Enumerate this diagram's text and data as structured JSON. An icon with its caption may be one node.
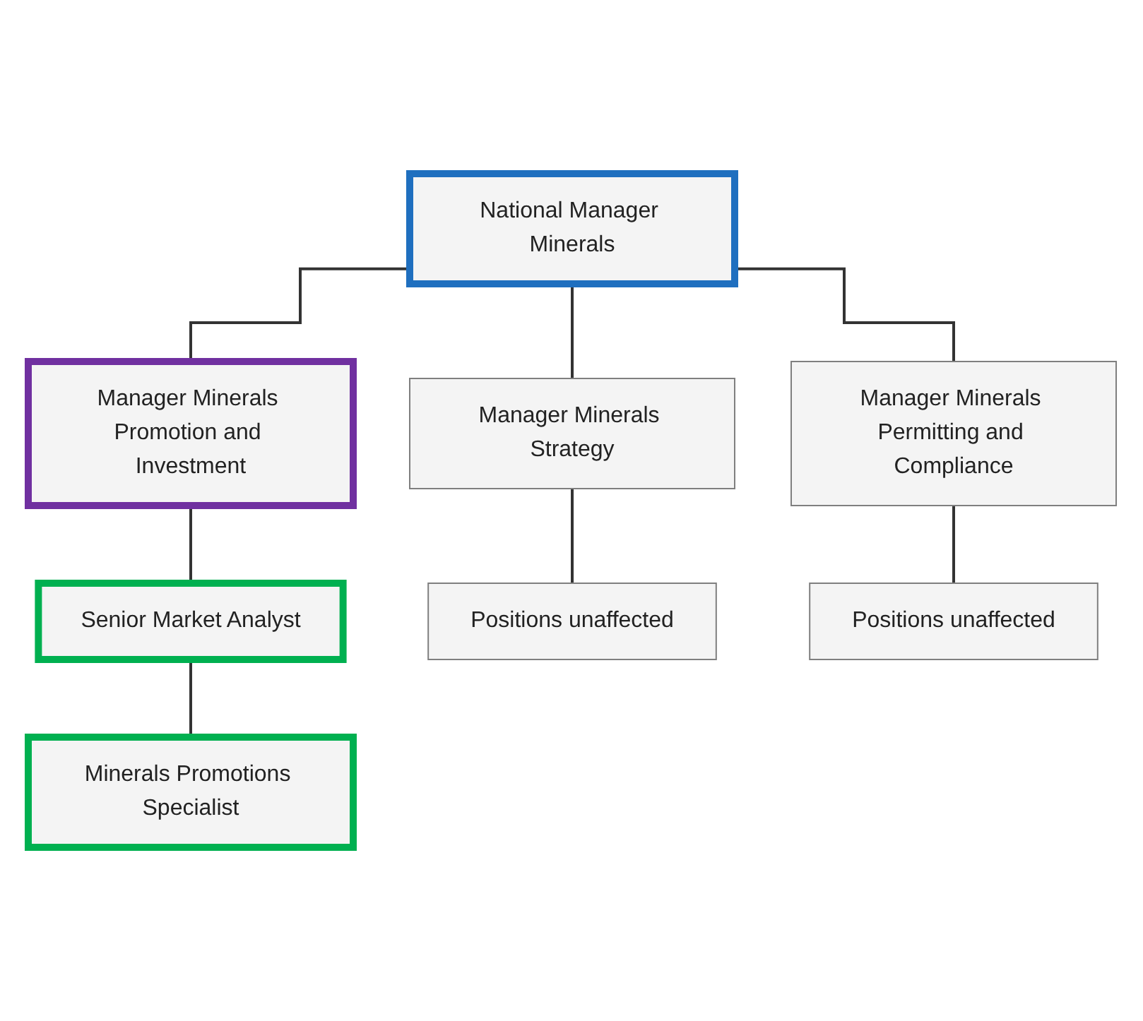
{
  "diagram": {
    "nodes": [
      {
        "text": [
          "National Manager Minerals"
        ]
      },
      {
        "text": [
          "Manager Minerals Promotion and Investment"
        ]
      },
      {
        "text": [
          "Manager Minerals Strategy"
        ]
      },
      {
        "text": [
          "Manager Minerals Permitting and Compliance"
        ]
      },
      {
        "text": [
          "Senior Market Analyst"
        ]
      },
      {
        "text": [
          "Positions unaffected"
        ]
      },
      {
        "text": [
          "Positions unaffected"
        ]
      },
      {
        "text": [
          "Minerals Promotions Specialist"
        ]
      }
    ],
    "edges": [
      {
        "from": 0,
        "to": 1,
        "arrow": "none"
      },
      {
        "from": 0,
        "to": 2,
        "arrow": "none"
      },
      {
        "from": 0,
        "to": 3,
        "arrow": "none"
      },
      {
        "from": 1,
        "to": 4,
        "arrow": "none"
      },
      {
        "from": 2,
        "to": 5,
        "arrow": "none"
      },
      {
        "from": 3,
        "to": 6,
        "arrow": "none"
      },
      {
        "from": 4,
        "to": 7,
        "arrow": "none"
      }
    ]
  }
}
